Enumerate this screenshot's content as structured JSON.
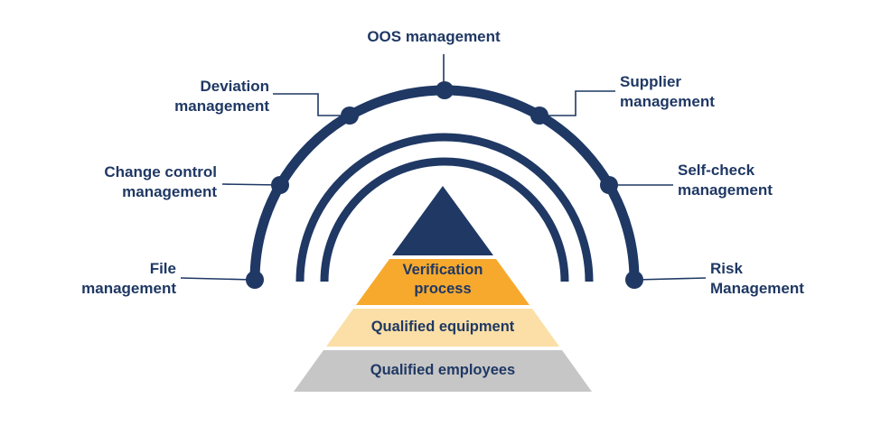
{
  "colors": {
    "navy": "#1f3864",
    "orange": "#f7a92e",
    "light_orange": "#fbdfa6",
    "gray": "#c6c6c6",
    "background": "#ffffff"
  },
  "arc_labels": {
    "oos": "OOS management",
    "deviation": "Deviation\nmanagement",
    "supplier": "Supplier\nmanagement",
    "change_control": "Change control\nmanagement",
    "self_check": "Self-check\nmanagement",
    "file": "File\nmanagement",
    "risk": "Risk\nManagement"
  },
  "pyramid": {
    "levels": [
      {
        "label": "Verification\nprocess",
        "color": "#f7a92e"
      },
      {
        "label": "Qualified equipment",
        "color": "#fbdfa6"
      },
      {
        "label": "Qualified employees",
        "color": "#c6c6c6"
      }
    ],
    "apex_color": "#1f3864"
  }
}
